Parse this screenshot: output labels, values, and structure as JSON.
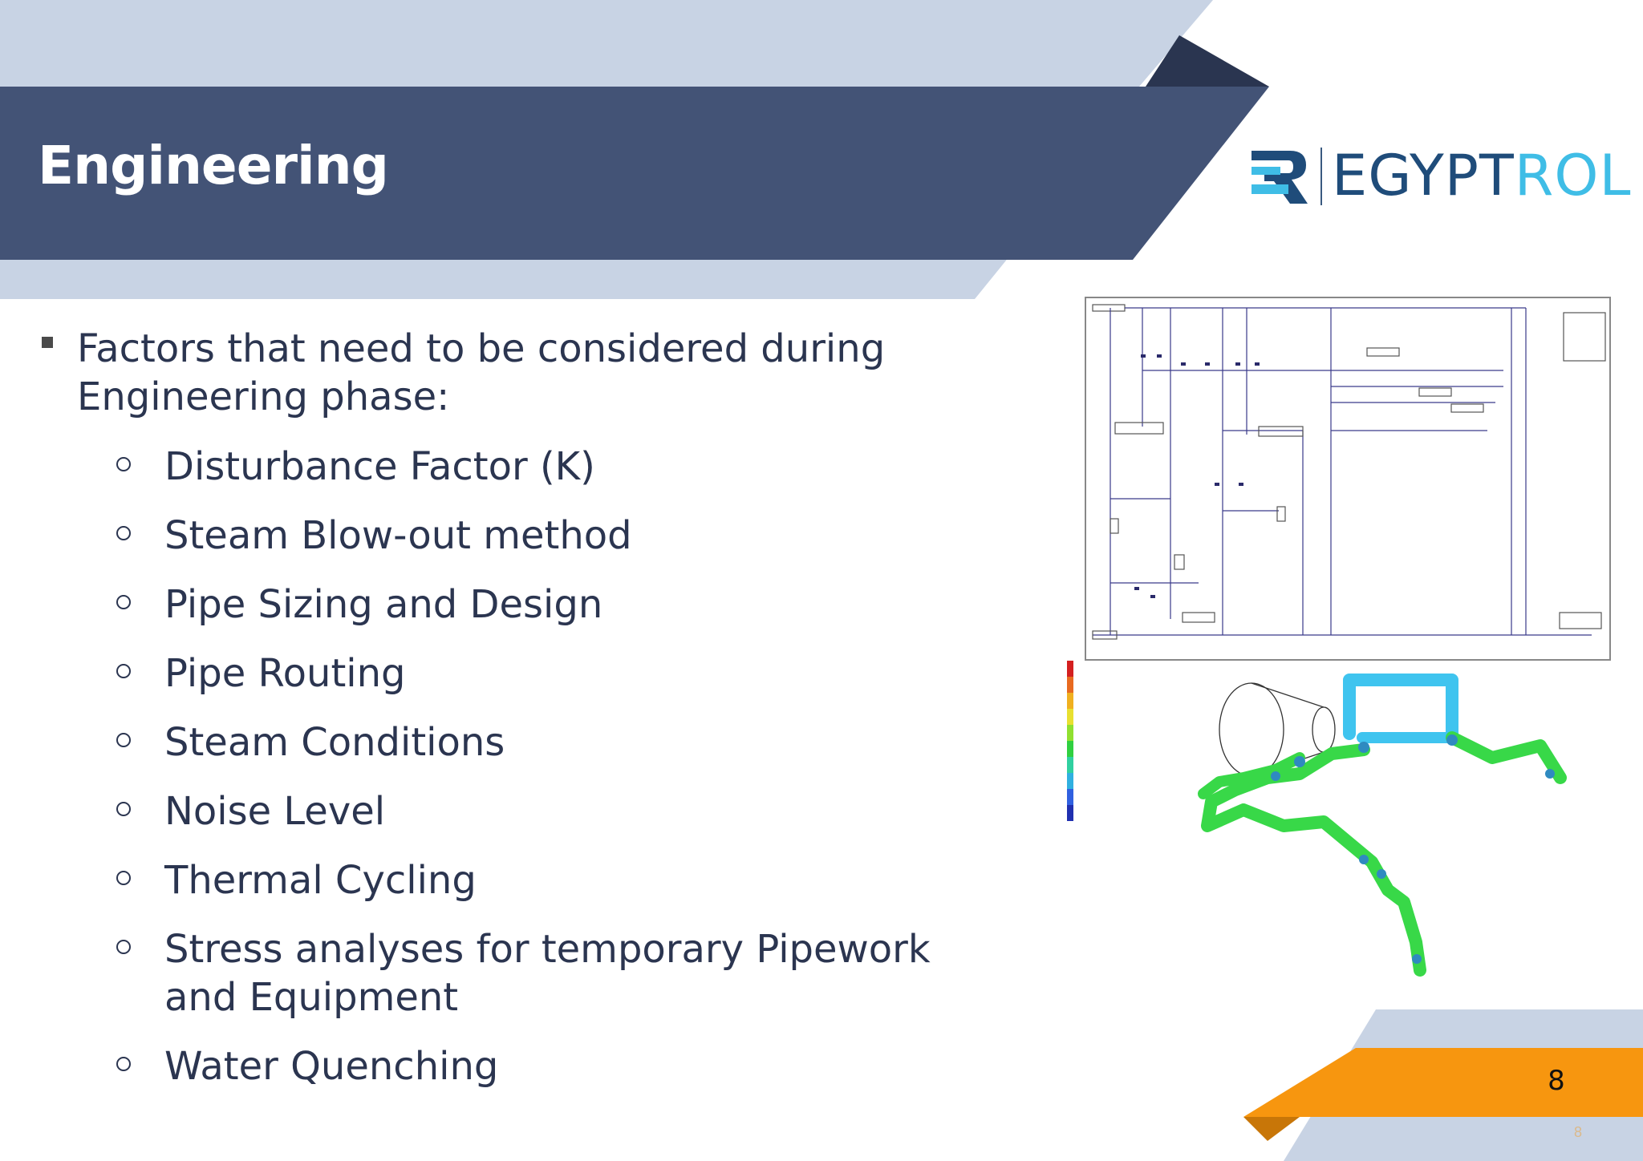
{
  "slide": {
    "title": "Engineering",
    "logo_text_dark": "EGYPT",
    "logo_text_light": "ROL",
    "lead_item": "Factors that  need to be considered during Engineering phase:",
    "sub_items": [
      {
        "label": "Disturbance Factor (K)"
      },
      {
        "label": "Steam Blow-out method"
      },
      {
        "label": "Pipe Sizing and Design"
      },
      {
        "label": "Pipe Routing"
      },
      {
        "label": "Steam Conditions"
      },
      {
        "label": "Noise Level"
      },
      {
        "label": "Thermal Cycling"
      },
      {
        "label": "Stress analyses for temporary Pipework and Equipment"
      },
      {
        "label": "Water Quenching"
      }
    ],
    "page_number": "8",
    "page_number_ghost": "8"
  },
  "colors": {
    "header_band": "#435376",
    "light_band": "#c8d3e4",
    "dark_triangle": "#2a3550",
    "accent_orange": "#f7960f",
    "logo_dark": "#1f4c7a",
    "logo_light": "#3fbde6"
  }
}
